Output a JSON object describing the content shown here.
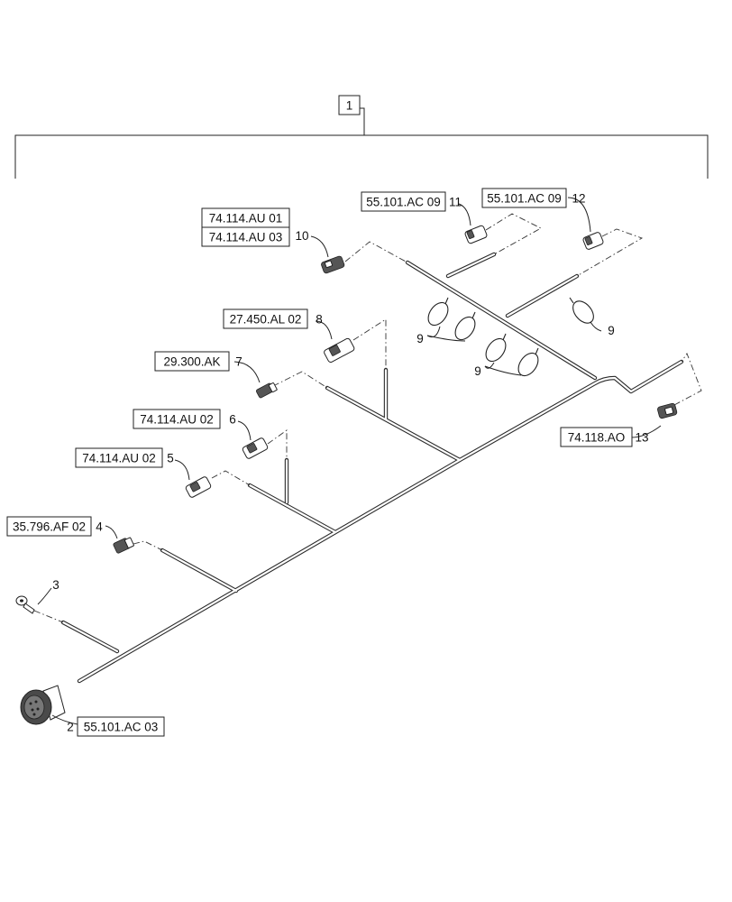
{
  "diagram": {
    "assembly_ref": "1",
    "callouts": {
      "c2": {
        "num": "2",
        "ref": "55.101.AC 03"
      },
      "c3": {
        "num": "3"
      },
      "c4": {
        "num": "4",
        "ref": "35.796.AF 02"
      },
      "c5": {
        "num": "5",
        "ref": "74.114.AU 02"
      },
      "c6": {
        "num": "6",
        "ref": "74.114.AU 02"
      },
      "c7": {
        "num": "7",
        "ref": "29.300.AK"
      },
      "c8": {
        "num": "8",
        "ref": "27.450.AL 02"
      },
      "c9a": {
        "num": "9"
      },
      "c9b": {
        "num": "9"
      },
      "c9c": {
        "num": "9"
      },
      "c10": {
        "num": "10",
        "ref1": "74.114.AU 01",
        "ref2": "74.114.AU 03"
      },
      "c11": {
        "num": "11",
        "ref": "55.101.AC 09"
      },
      "c12": {
        "num": "12",
        "ref": "55.101.AC 09"
      },
      "c13": {
        "num": "13",
        "ref": "74.118.AO"
      }
    }
  }
}
